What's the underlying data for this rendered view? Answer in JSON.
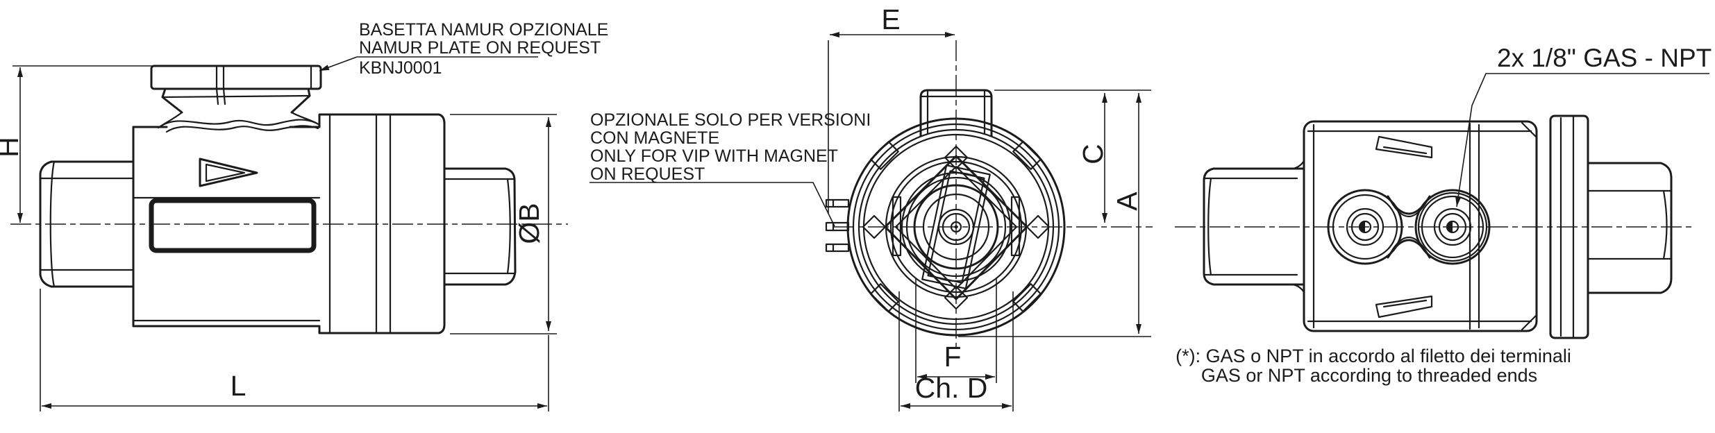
{
  "drawing": {
    "notes": {
      "namur": {
        "line1": "BASETTA NAMUR OPZIONALE",
        "line2": "NAMUR PLATE ON REQUEST",
        "code": "KBNJ0001"
      },
      "magnet": {
        "line1": "OPZIONALE SOLO PER VERSIONI",
        "line2": "CON MAGNETE",
        "line3": "ONLY FOR VIP WITH MAGNET",
        "line4": "ON REQUEST"
      },
      "ports": {
        "label": "2x 1/8\" GAS - NPT (*)"
      },
      "footnote": {
        "line1": "(*): GAS o NPT in accordo al filetto dei terminali",
        "line2": "GAS or NPT according to threaded ends"
      }
    },
    "dims": {
      "h": "H",
      "l": "L",
      "b": "ØB",
      "e": "E",
      "c": "C",
      "a": "A",
      "f": "F",
      "chd": "Ch. D"
    },
    "colors": {
      "line": "#1b1b1b",
      "background": "#ffffff"
    }
  }
}
